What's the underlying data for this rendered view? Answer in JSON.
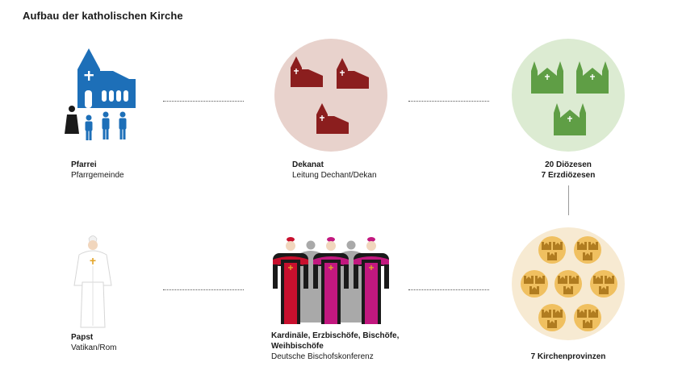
{
  "title": "Aufbau der katholischen Kirche",
  "nodes": {
    "pfarrei": {
      "title": "Pfarrei",
      "subtitle": "Pfarrgemeinde"
    },
    "dekanat": {
      "title": "Dekanat",
      "subtitle": "Leitung Dechant/Dekan"
    },
    "dioezesen": {
      "line1": "20 Diözesen",
      "line2": "7 Erzdiözesen"
    },
    "papst": {
      "title": "Papst",
      "subtitle": "Vatikan/Rom"
    },
    "bischoefe": {
      "line1": "Kardinäle, Erzbischöfe, Bischöfe,",
      "line2": "Weihbischöfe",
      "subtitle": "Deutsche Bischofskonferenz"
    },
    "provinzen": {
      "title": "7 Kirchenprovinzen"
    }
  },
  "colors": {
    "parish_blue": "#1d6fb8",
    "deanery_red": "#8b1e1e",
    "deanery_circle": "#e8d2cc",
    "diocese_green": "#5f9e45",
    "diocese_circle": "#dcebd2",
    "province_circle": "#f7ead2",
    "province_icon": "#f0c060",
    "cardinal_red": "#c8102e",
    "bishop_magenta": "#c2187f"
  },
  "icons": [
    "church-icon",
    "priest-icon",
    "person-icon",
    "cathedral-icon",
    "pope-icon",
    "bishop-icon",
    "cardinal-icon"
  ]
}
